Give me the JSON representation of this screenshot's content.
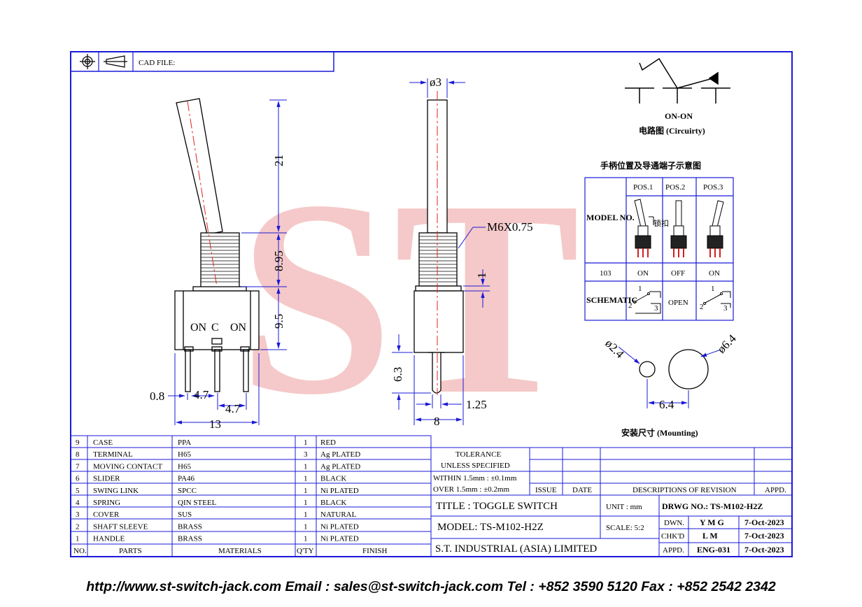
{
  "header": {
    "cad_file": "CAD FILE:"
  },
  "watermark": "ST",
  "dims": {
    "d3": "ø3",
    "m6": "M6X0.75",
    "h21": "21",
    "h895": "8.95",
    "h95": "9.5",
    "h63": "6.3",
    "h1": "1",
    "w08": "0.8",
    "w47a": "4.7",
    "w47b": "4.7",
    "w13": "13",
    "w8": "8",
    "w125": "1.25"
  },
  "front_labels": {
    "on1": "ON",
    "c": "C",
    "on2": "ON"
  },
  "circuit": {
    "type": "ON-ON",
    "caption": "电路图 (Circuirty)"
  },
  "pos_table": {
    "title": "手柄位置及导通端子示意图",
    "headers": [
      "POS.1",
      "POS.2",
      "POS.3"
    ],
    "model_label": "MODEL NO.",
    "row_model": "103",
    "row_values": [
      "ON",
      "OFF",
      "ON"
    ],
    "schematic_label": "SCHEMATIC",
    "open": "OPEN",
    "pins": [
      "1",
      "2",
      "3"
    ],
    "tiny_label": "锁扣"
  },
  "mounting": {
    "d24": "ø2.4",
    "d64": "ø6.4",
    "spacing": "6.4",
    "title": "安装尺寸 (Mounting)"
  },
  "bom": {
    "rows": [
      {
        "no": "9",
        "part": "CASE",
        "material": "PPA",
        "qty": "1",
        "finish": "RED"
      },
      {
        "no": "8",
        "part": "TERMINAL",
        "material": "H65",
        "qty": "3",
        "finish": "Ag PLATED"
      },
      {
        "no": "7",
        "part": "MOVING CONTACT",
        "material": "H65",
        "qty": "1",
        "finish": "Ag PLATED"
      },
      {
        "no": "6",
        "part": "SLIDER",
        "material": "PA46",
        "qty": "1",
        "finish": "BLACK"
      },
      {
        "no": "5",
        "part": "SWING LINK",
        "material": "SPCC",
        "qty": "1",
        "finish": "Ni PLATED"
      },
      {
        "no": "4",
        "part": "SPRING",
        "material": "QIN STEEL",
        "qty": "1",
        "finish": "BLACK"
      },
      {
        "no": "3",
        "part": "COVER",
        "material": "SUS",
        "qty": "1",
        "finish": "NATURAL"
      },
      {
        "no": "2",
        "part": "SHAFT SLEEVE",
        "material": "BRASS",
        "qty": "1",
        "finish": "Ni PLATED"
      },
      {
        "no": "1",
        "part": "HANDLE",
        "material": "BRASS",
        "qty": "1",
        "finish": "Ni PLATED"
      }
    ],
    "header": {
      "no": "NO.",
      "part": "PARTS",
      "material": "MATERIALS",
      "qty": "Q'TY",
      "finish": "FINISH"
    }
  },
  "tolerance": {
    "line1": "TOLERANCE",
    "line2": "UNLESS SPECIFIED",
    "within": "WITHIN 1.5mm : ±0.1mm",
    "over": "OVER 1.5mm : ±0.2mm"
  },
  "revision": {
    "issue": "ISSUE",
    "date": "DATE",
    "desc": "DESCRIPTIONS OF REVISION",
    "appd": "APPD."
  },
  "title_block": {
    "title": "TITLE : TOGGLE SWITCH",
    "unit": "UNIT : mm",
    "drwg": "DRWG NO.: TS-M102-H2Z",
    "model": "MODEL: TS-M102-H2Z",
    "scale": "SCALE: 5:2",
    "company": "S.T. INDUSTRIAL (ASIA) LIMITED",
    "dwn_label": "DWN.",
    "dwn_name": "Y M G",
    "dwn_date": "7-Oct-2023",
    "chk_label": "CHK'D",
    "chk_name": "L M",
    "chk_date": "7-Oct-2023",
    "appd_label": "APPD.",
    "appd_name": "ENG-031",
    "appd_date": "7-Oct-2023"
  },
  "footer": "http://www.st-switch-jack.com  Email : sales@st-switch-jack.com  Tel : +852 3590 5120  Fax : +852 2542 2342",
  "colors": {
    "frame": "#1a1ad8",
    "watermark": "#f2b8b8",
    "centerline": "#e02020",
    "line": "#000000"
  }
}
